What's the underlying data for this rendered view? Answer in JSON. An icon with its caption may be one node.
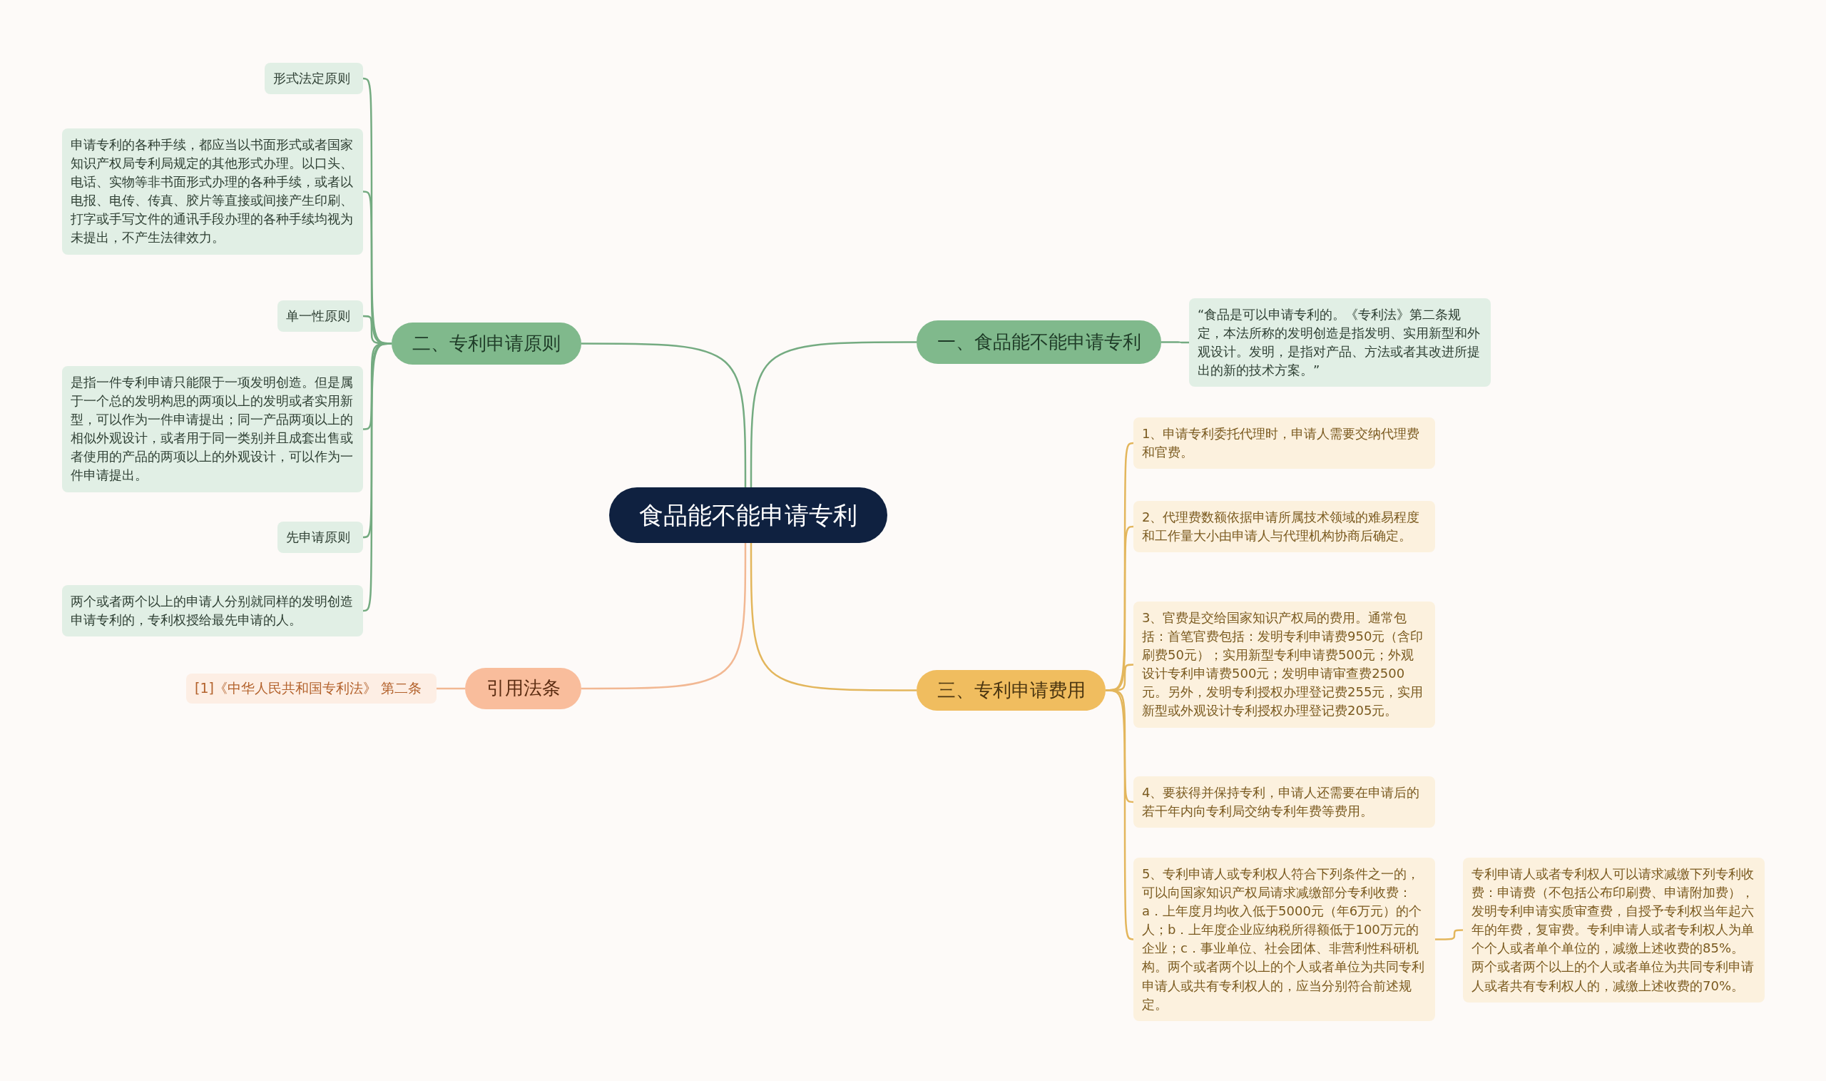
{
  "diagram": {
    "nodes": [
      {
        "text": [
          "食品能不能申请专利"
        ]
      },
      {
        "text": [
          "一、食品能不能申请专利"
        ]
      },
      {
        "text": [
          "“食品是可以申请专利的。《专利法》第二条规定，本法所称的发明创造是指发明、实用新型和外观设计。发明，是指对产品、方法或者其改进所提出的新的技术方案。”"
        ]
      },
      {
        "text": [
          "二、专利申请原则"
        ]
      },
      {
        "text": [
          "形式法定原则"
        ]
      },
      {
        "text": [
          "申请专利的各种手续，都应当以书面形式或者国家知识产权局专利局规定的其他形式办理。以口头、电话、实物等非书面形式办理的各种手续，或者以电报、电传、传真、胶片等直接或间接产生印刷、打字或手写文件的通讯手段办理的各种手续均视为未提出，不产生法律效力。"
        ]
      },
      {
        "text": [
          "单一性原则"
        ]
      },
      {
        "text": [
          "是指一件专利申请只能限于一项发明创造。但是属于一个总的发明构思的两项以上的发明或者实用新型，可以作为一件申请提出；同一产品两项以上的相似外观设计，或者用于同一类别并且成套出售或者使用的产品的两项以上的外观设计，可以作为一件申请提出。"
        ]
      },
      {
        "text": [
          "先申请原则"
        ]
      },
      {
        "text": [
          "两个或者两个以上的申请人分别就同样的发明创造申请专利的，专利权授给最先申请的人。"
        ]
      },
      {
        "text": [
          "引用法条"
        ]
      },
      {
        "text": [
          "[1]《中华人民共和国专利法》 第二条"
        ]
      },
      {
        "text": [
          "三、专利申请费用"
        ]
      },
      {
        "text": [
          "1、申请专利委托代理时，申请人需要交纳代理费和官费。"
        ]
      },
      {
        "text": [
          "2、代理费数额依据申请所属技术领域的难易程度和工作量大小由申请人与代理机构协商后确定。"
        ]
      },
      {
        "text": [
          "3、官费是交给国家知识产权局的费用。通常包括：首笔官费包括：发明专利申请费950元（含印刷费50元）；实用新型专利申请费500元；外观设计专利申请费500元；发明申请审查费2500元。另外，发明专利授权办理登记费255元，实用新型或外观设计专利授权办理登记费205元。"
        ]
      },
      {
        "text": [
          "4、要获得并保持专利，申请人还需要在申请后的若干年内向专利局交纳专利年费等费用。"
        ]
      },
      {
        "text": [
          "5、专利申请人或专利权人符合下列条件之一的，可以向国家知识产权局请求减缴部分专利收费：a．上年度月均收入低于5000元（年6万元）的个人；b．上年度企业应纳税所得额低于100万元的企业；c．事业单位、社会团体、非营利性科研机构。两个或者两个以上的个人或者单位为共同专利申请人或共有专利权人的，应当分别符合前述规定。"
        ]
      },
      {
        "text": [
          "专利申请人或者专利权人可以请求减缴下列专利收费：申请费（不包括公布印刷费、申请附加费），发明专利申请实质审查费，自授予专利权当年起六年的年费，复审费。专利申请人或者专利权人为单个个人或者单个单位的，减缴上述收费的85%。两个或者两个以上的个人或者单位为共同专利申请人或者共有专利权人的，减缴上述收费的70%。"
        ]
      }
    ],
    "edges": [
      {
        "from": 0,
        "to": 1,
        "arrow": "none"
      },
      {
        "from": 1,
        "to": 2,
        "arrow": "none"
      },
      {
        "from": 0,
        "to": 3,
        "arrow": "none"
      },
      {
        "from": 3,
        "to": 4,
        "arrow": "none"
      },
      {
        "from": 3,
        "to": 5,
        "arrow": "none"
      },
      {
        "from": 3,
        "to": 6,
        "arrow": "none"
      },
      {
        "from": 3,
        "to": 7,
        "arrow": "none"
      },
      {
        "from": 3,
        "to": 8,
        "arrow": "none"
      },
      {
        "from": 3,
        "to": 9,
        "arrow": "none"
      },
      {
        "from": 0,
        "to": 10,
        "arrow": "none",
        "color": "#f2b893"
      },
      {
        "from": 10,
        "to": 11,
        "arrow": "none",
        "color": "#f2b893"
      },
      {
        "from": 0,
        "to": 12,
        "arrow": "none",
        "color": "#e3b65c"
      },
      {
        "from": 12,
        "to": 13,
        "arrow": "none",
        "color": "#e3b65c"
      },
      {
        "from": 12,
        "to": 14,
        "arrow": "none",
        "color": "#e3b65c"
      },
      {
        "from": 12,
        "to": 15,
        "arrow": "none",
        "color": "#e3b65c"
      },
      {
        "from": 12,
        "to": 16,
        "arrow": "none",
        "color": "#e3b65c"
      },
      {
        "from": 12,
        "to": 17,
        "arrow": "none",
        "color": "#e3b65c"
      },
      {
        "from": 17,
        "to": 18,
        "arrow": "none",
        "color": "#e3b65c"
      }
    ]
  }
}
